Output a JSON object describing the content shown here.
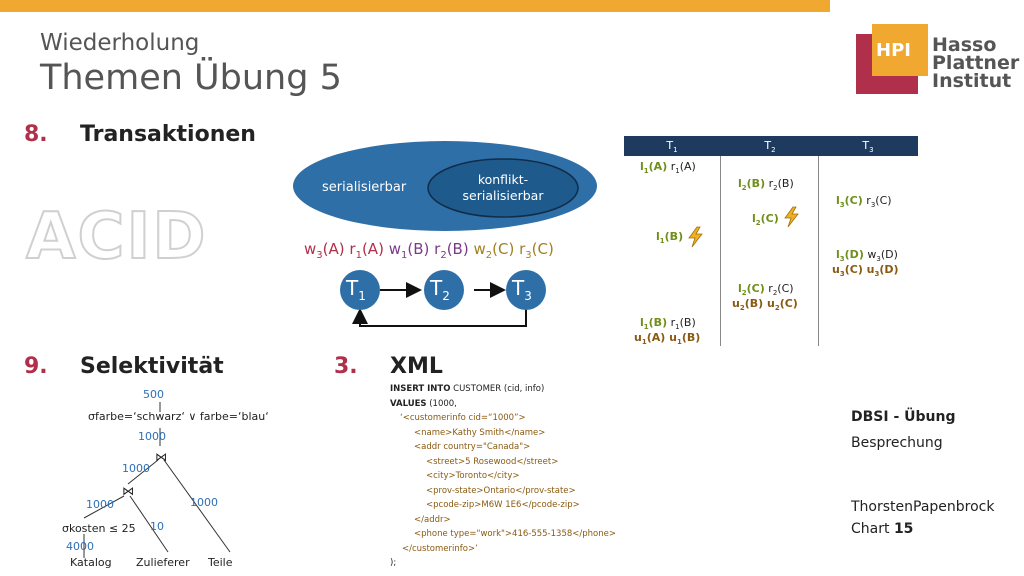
{
  "header": {
    "subtitle": "Wiederholung",
    "title": "Themen Übung 5",
    "accent_color": "#f0a830"
  },
  "logo": {
    "badge": "HPI",
    "lines": [
      "Hasso",
      "Plattner",
      "Institut"
    ]
  },
  "sections": {
    "s8": {
      "num": "8.",
      "title": "Transaktionen"
    },
    "s9": {
      "num": "9.",
      "title": "Selektivität"
    },
    "s3": {
      "num": "3.",
      "title": "XML"
    }
  },
  "acid_watermark": "ACID",
  "venn": {
    "outer": "serialisierbar",
    "inner_line1": "konflikt-",
    "inner_line2": "serialisierbar"
  },
  "schedule": [
    {
      "op": "w",
      "sub": "3",
      "obj": "(A)",
      "color": "red"
    },
    {
      "op": "r",
      "sub": "1",
      "obj": "(A)",
      "color": "red"
    },
    {
      "op": "w",
      "sub": "1",
      "obj": "(B)",
      "color": "purple"
    },
    {
      "op": "r",
      "sub": "2",
      "obj": "(B)",
      "color": "purple"
    },
    {
      "op": "w",
      "sub": "2",
      "obj": "(C)",
      "color": "olive"
    },
    {
      "op": "r",
      "sub": "3",
      "obj": "(C)",
      "color": "olive"
    }
  ],
  "graph": {
    "nodes": [
      {
        "label": "T",
        "sub": "1"
      },
      {
        "label": "T",
        "sub": "2"
      },
      {
        "label": "T",
        "sub": "3"
      }
    ]
  },
  "tx_table": {
    "headers": [
      {
        "t": "T",
        "s": "1"
      },
      {
        "t": "T",
        "s": "2"
      },
      {
        "t": "T",
        "s": "3"
      }
    ]
  },
  "selectivity_tree": {
    "root_card": "500",
    "selection": "σfarbe=‘schwarz‘ ∨ farbe=‘blau‘",
    "sel_in": "1000",
    "join_sym": "⋈",
    "j1_left": "1000",
    "j1_right": "1000",
    "j2_left": "1000",
    "j2_right": "10",
    "sigma2": "σkosten ≤ 25",
    "leaf_card": "4000",
    "leaves": [
      "Katalog",
      "Zulieferer",
      "Teile"
    ]
  },
  "xml_lines": [
    "INSERT INTO CUSTOMER (cid, info)",
    "VALUES (1000,",
    "‘<customerinfo cid=“1000”>",
    "<name>Kathy  Smith</name>",
    "<addr country=\"Canada\">",
    "<street>5 Rosewood</street>",
    "<city>Toronto</city>",
    "<prov-state>Ontario</prov-state>",
    "<pcode-zip>M6W 1E6</pcode-zip>",
    "</addr>",
    "<phone type=\"work\">416-555-1358</phone>",
    "</customerinfo>’",
    ");"
  ],
  "footer_info": {
    "course": "DBSI - Übung",
    "topic": "Besprechung",
    "author": "ThorstenPapenbrock",
    "chart_label": "Chart",
    "chart_num": "15"
  }
}
